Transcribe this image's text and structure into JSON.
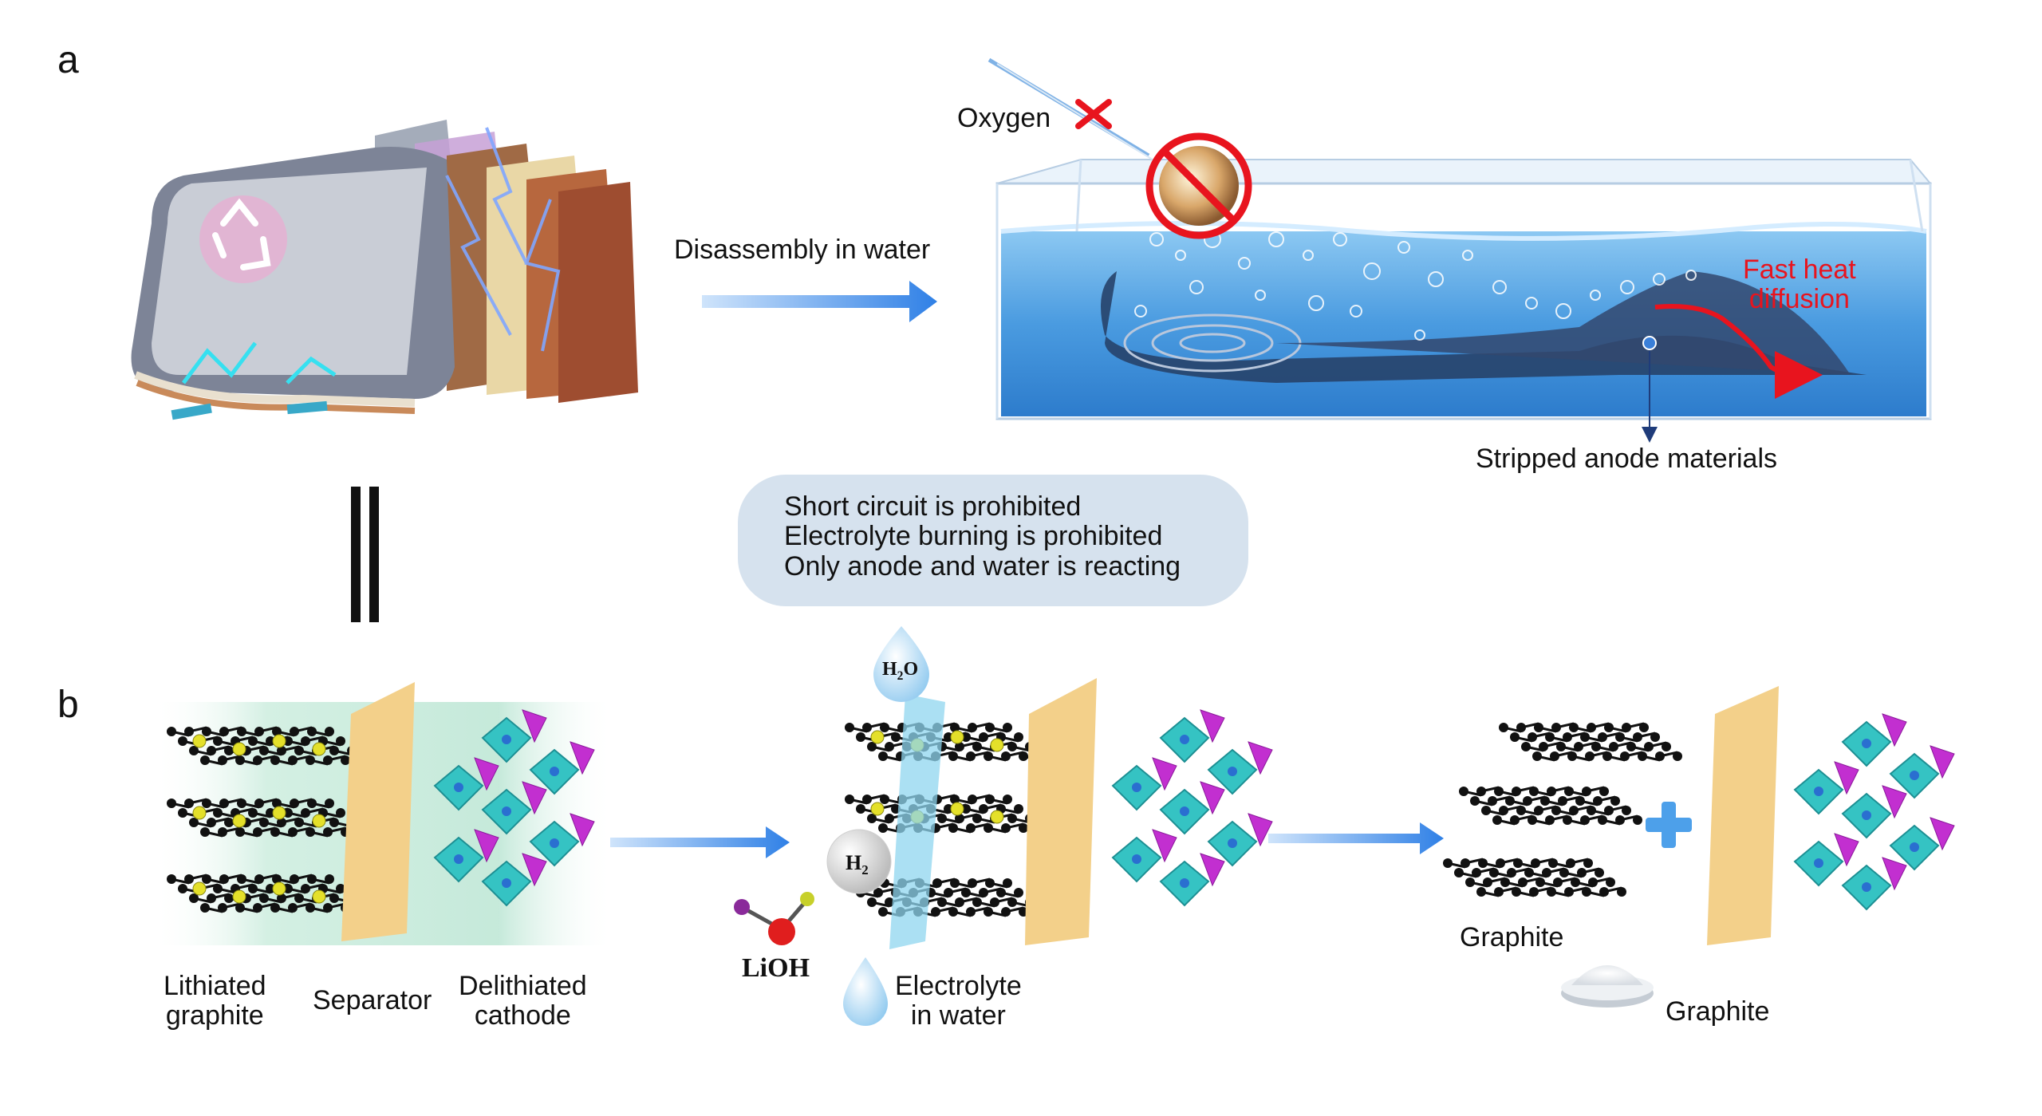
{
  "panels": {
    "a": "a",
    "b": "b"
  },
  "panel_a": {
    "oxygen_label": "Oxygen",
    "arrow_label": "Disassembly in water",
    "heat_label_line1": "Fast heat",
    "heat_label_line2": "diffusion",
    "stripped_label": "Stripped anode materials"
  },
  "callout": {
    "lines": [
      "Short circuit is prohibited",
      "Electrolyte burning is prohibited",
      "Only anode and water is reacting"
    ]
  },
  "panel_b": {
    "lithiated_line1": "Lithiated",
    "lithiated_line2": "graphite",
    "separator": "Separator",
    "delithiated_line1": "Delithiated",
    "delithiated_line2": "cathode",
    "h2o": "H2O",
    "h2": "H2",
    "lioh": "LiOH",
    "electrolyte_line1": "Electrolyte",
    "electrolyte_line2": "in water",
    "graphite_sheets_label": "Graphite",
    "graphite_powder_label": "Graphite"
  },
  "colors": {
    "arrow_blue": "#3f8fe8",
    "water_blue": "#5aa8e6",
    "separator_yellow": "#f3d08a",
    "cathode_teal": "#35c3c3",
    "cathode_magenta": "#c22fd0",
    "li_yellow": "#e4e02a",
    "carbon_black": "#111111",
    "heat_red": "#e8141e",
    "callout_bg": "#d6e2ee"
  }
}
